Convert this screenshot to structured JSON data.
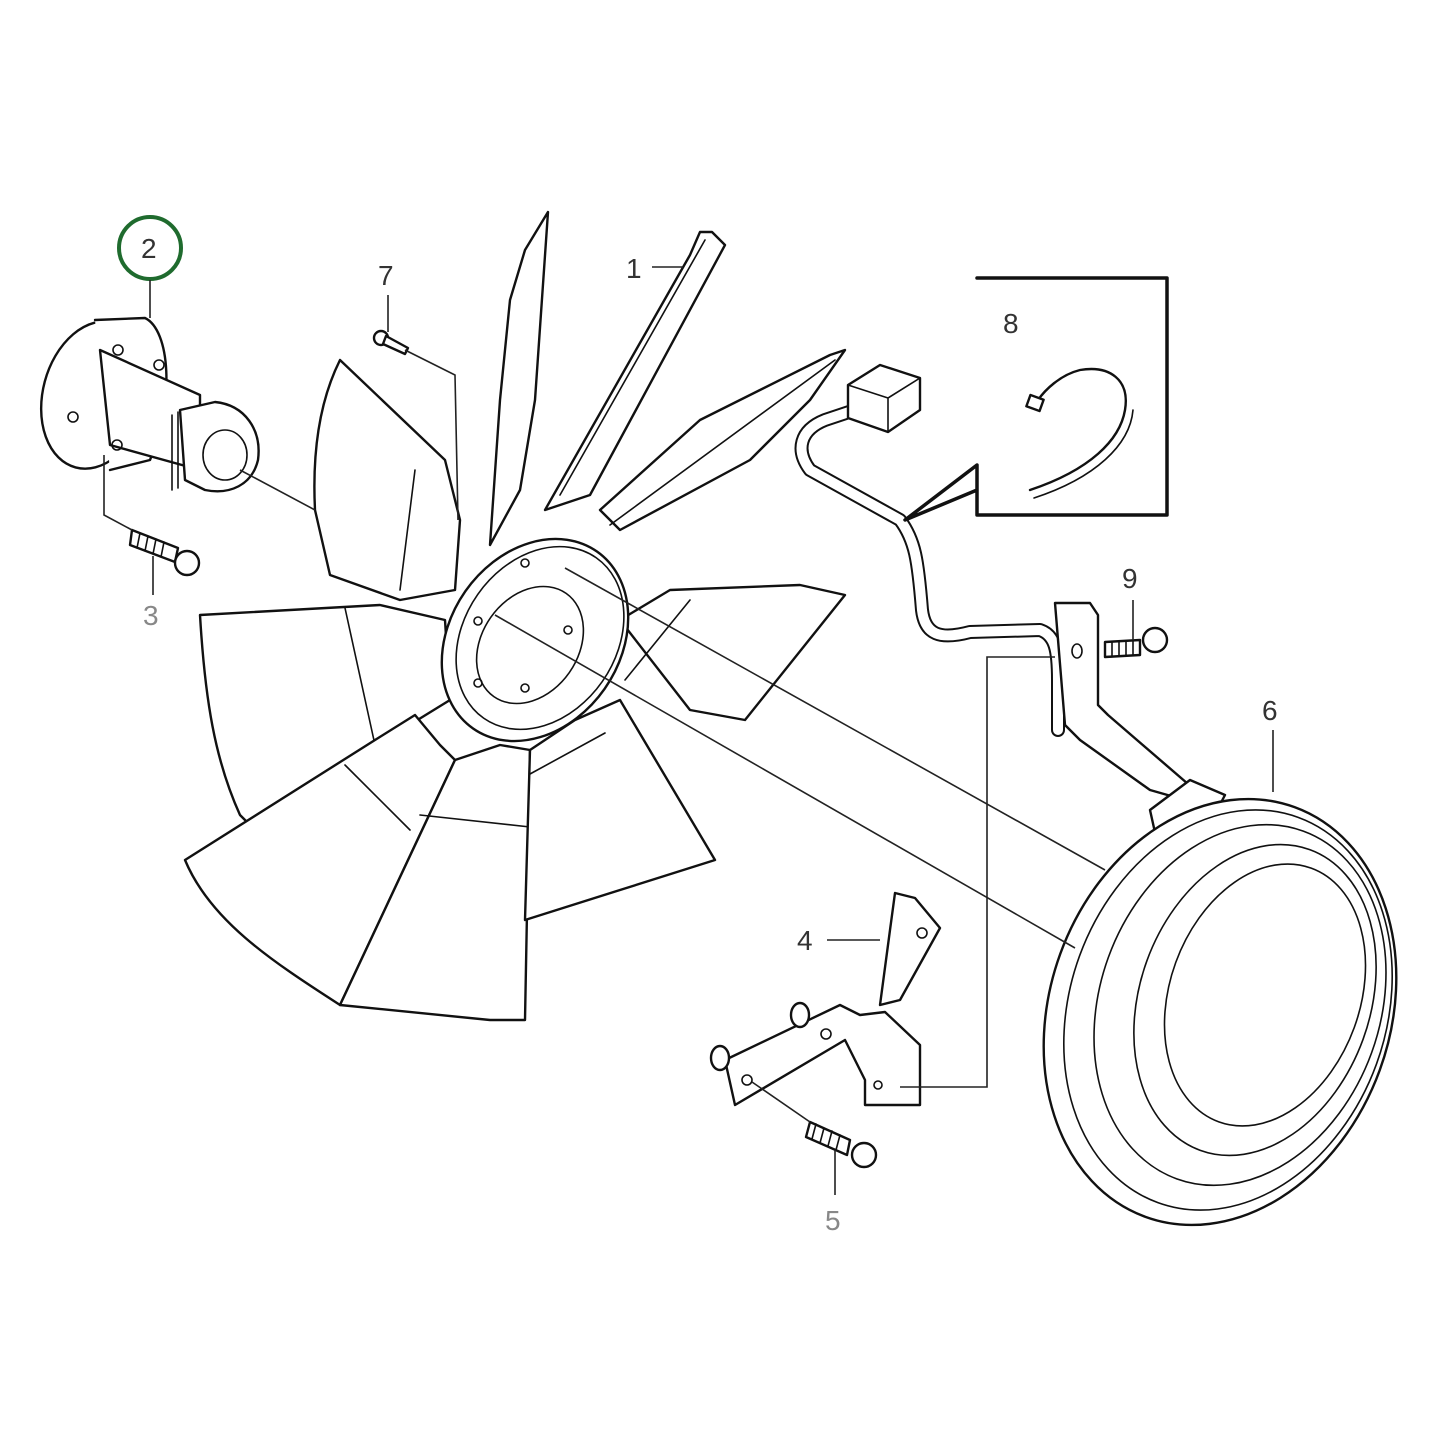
{
  "diagram": {
    "type": "exploded-parts-view",
    "subject": "Cooling fan assembly",
    "highlight_color": "#1f6b2e",
    "callouts": [
      {
        "id": "1",
        "label": "1",
        "part": "fan-blade",
        "highlighted": false,
        "color": "#333333"
      },
      {
        "id": "2",
        "label": "2",
        "part": "fan-hub-adapter",
        "highlighted": true,
        "color": "#333333"
      },
      {
        "id": "3",
        "label": "3",
        "part": "flange-bolt",
        "highlighted": false,
        "color": "#888888"
      },
      {
        "id": "4",
        "label": "4",
        "part": "mounting-bracket",
        "highlighted": false,
        "color": "#333333"
      },
      {
        "id": "5",
        "label": "5",
        "part": "flange-bolt",
        "highlighted": false,
        "color": "#888888"
      },
      {
        "id": "6",
        "label": "6",
        "part": "fan-clutch",
        "highlighted": false,
        "color": "#333333"
      },
      {
        "id": "7",
        "label": "7",
        "part": "screw",
        "highlighted": false,
        "color": "#333333"
      },
      {
        "id": "8",
        "label": "8",
        "part": "cable-tie",
        "highlighted": false,
        "color": "#333333"
      },
      {
        "id": "9",
        "label": "9",
        "part": "flange-bolt",
        "highlighted": false,
        "color": "#333333"
      }
    ]
  }
}
